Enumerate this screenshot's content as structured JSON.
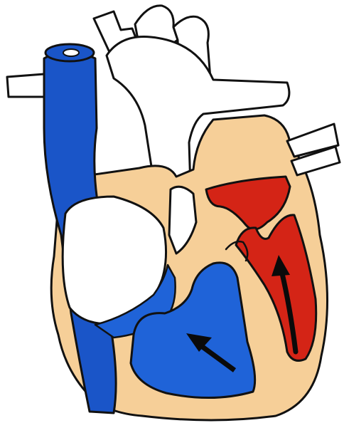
{
  "diagram": {
    "subject": "heart-cross-section",
    "labels": [],
    "colors": {
      "deoxygenated_blood": "#1f63d8",
      "vena_cava": "#1a55c8",
      "oxygenated_blood": "#d42416",
      "heart_wall": "#f6cf98",
      "vessel_fill": "#ffffff",
      "outline": "#111111",
      "arrow": "#0a0a0a"
    },
    "flow_arrows": [
      {
        "chamber": "right-ventricle",
        "direction": "up-left"
      },
      {
        "chamber": "left-ventricle",
        "direction": "up"
      }
    ]
  }
}
